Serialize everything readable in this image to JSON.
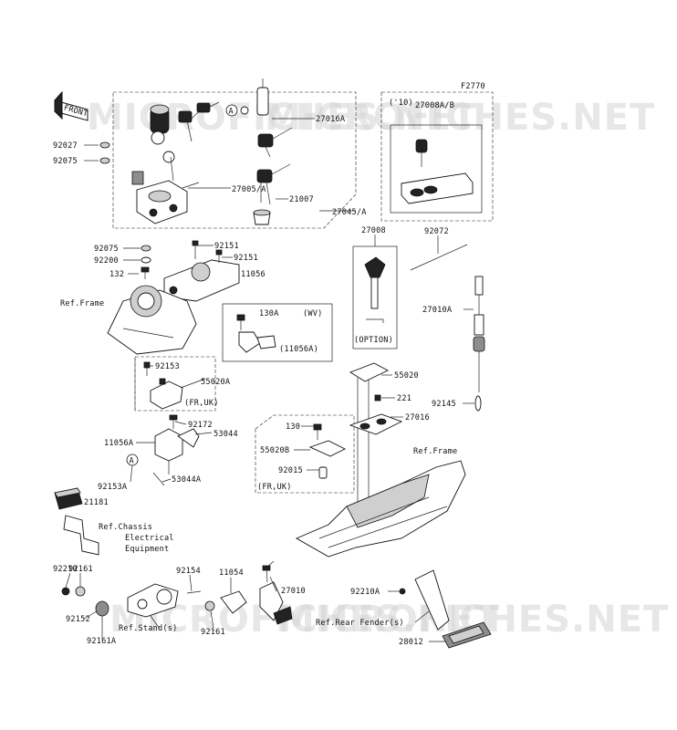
{
  "figure_code": "F2770",
  "watermark_text": "MICROFICHES.NET",
  "front_label": "FRONT",
  "year_note": "('10)",
  "option_note": "(OPTION)",
  "callout": {
    "letter": "A"
  },
  "parts": {
    "p27016A": "27016A",
    "p27005A": "27005/A",
    "p21007": "21007",
    "p27045A": "27045/A",
    "p27008AB": "27008A/B",
    "p92027": "92027",
    "p92075_top": "92075",
    "p92075": "92075",
    "p92200": "92200",
    "p132": "132",
    "p92151_a": "92151",
    "p92151_b": "92151",
    "p11056": "11056",
    "p27008": "27008",
    "p92072": "92072",
    "p27010A": "27010A",
    "p130A": "130A",
    "p11056A_paren": "(11056A)",
    "p92153": "92153",
    "p55020A": "55020A",
    "p92172": "92172",
    "p53044": "53044",
    "p11056A": "11056A",
    "p92153A": "92153A",
    "p53044A": "53044A",
    "p55020": "55020",
    "p221": "221",
    "p92145": "92145",
    "p27016": "27016",
    "p130": "130",
    "p55020B": "55020B",
    "p92015": "92015",
    "p21181": "21181",
    "p92210": "92210",
    "p92161_a": "92161",
    "p92154": "92154",
    "p11054": "11054",
    "p27010": "27010",
    "p92152": "92152",
    "p92161A": "92161A",
    "p92161_b": "92161",
    "p92210A": "92210A",
    "p28012": "28012"
  },
  "notes": {
    "wv": "(WV)",
    "fr_uk_1": "(FR,UK)",
    "fr_uk_2": "(FR,UK)",
    "ref_frame_1": "Ref.Frame",
    "ref_frame_2": "Ref.Frame",
    "ref_chassis_1": "Ref.Chassis",
    "ref_chassis_2": "Electrical",
    "ref_chassis_3": "Equipment",
    "ref_stand": "Ref.Stand(s)",
    "ref_rear_fender": "Ref.Rear Fender(s)"
  }
}
